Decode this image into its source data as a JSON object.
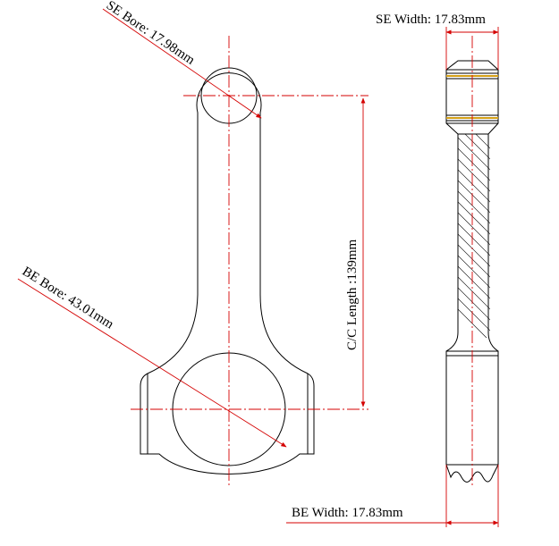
{
  "labels": {
    "se_bore": "SE Bore: 17.98mm",
    "be_bore": "BE Bore: 43.01mm",
    "cc_length": "C/C Length :139mm",
    "se_width": "SE Width: 17.83mm",
    "be_width": "BE Width: 17.83mm"
  },
  "colors": {
    "outline": "#000000",
    "dimension": "#d40000",
    "bushing": "#d4a017"
  }
}
